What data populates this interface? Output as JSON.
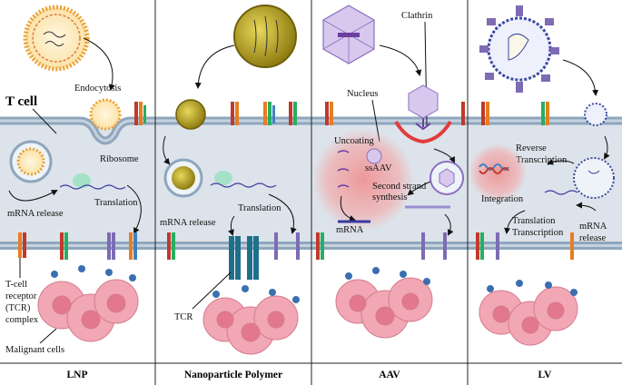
{
  "panels": [
    {
      "id": "lnp",
      "footer": "LNP"
    },
    {
      "id": "polymer",
      "footer": "Nanoparticle Polymer"
    },
    {
      "id": "aav",
      "footer": "AAV"
    },
    {
      "id": "lv",
      "footer": "LV"
    }
  ],
  "labels": {
    "t_cell": "T cell",
    "endocytosis": "Endocytosis",
    "ribosome": "Ribosome",
    "mrna_release_1": "mRNA release",
    "translation_1": "Translation",
    "tcr_complex": [
      "T-cell",
      "receptor",
      "(TCR)",
      "complex"
    ],
    "malignant_cells": "Malignant cells",
    "mrna_release_2": "mRNA release",
    "translation_2": "Translation",
    "tcr": "TCR",
    "clathrin": "Clathrin",
    "nucleus": "Nucleus",
    "uncoating": "Uncoating",
    "ssaav": "ssAAV",
    "second_strand": [
      "Second strand",
      "synthesis"
    ],
    "mrna_aav": "mRNA",
    "reverse_transcription": [
      "Reverse",
      "Transcription"
    ],
    "integration": "Integration",
    "translation_transcription": [
      "Translation",
      "Transcription"
    ],
    "mrna_release_lv": [
      "mRNA",
      "release"
    ]
  },
  "colors": {
    "cytoplasm": "#dde3ea",
    "membrane": "#8fa6bd",
    "malignant": "#f1a7b4",
    "nucleus_glow": "#f4a3a3",
    "lnp_shell": "#f3b54a",
    "polymer": "#b9a326",
    "capsid": "#c9b6e4",
    "lentivirus": "#3b4aa0"
  }
}
